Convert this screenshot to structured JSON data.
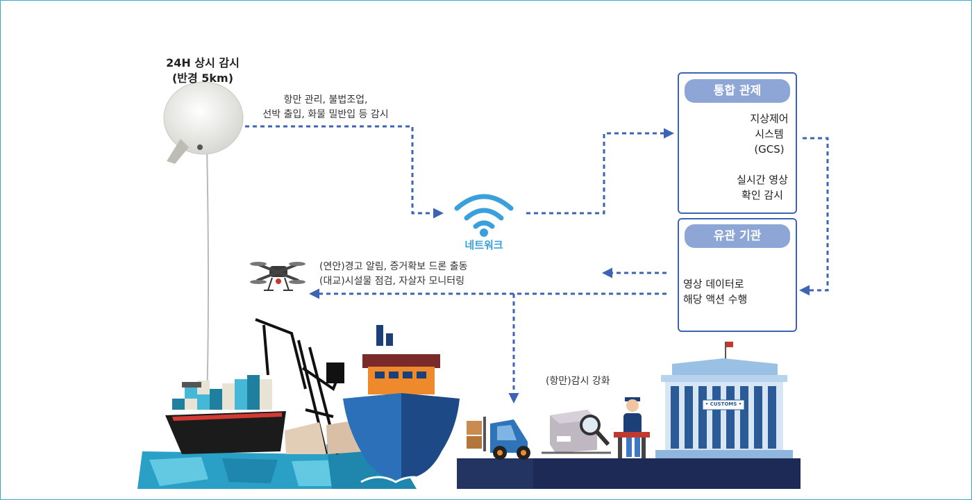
{
  "balloon": {
    "title": "24H 상시 감시",
    "subtitle": "(반경 5km)",
    "desc_line1": "항만 관리, 불법조업,",
    "desc_line2": "선박 출입, 화물 밀반입 등 감시"
  },
  "network": {
    "label": "네트워크"
  },
  "control": {
    "title": "통합 관제",
    "gcs_line1": "지상제어",
    "gcs_line2": "시스템",
    "gcs_line3": "(GCS)",
    "video_line1": "실시간 영상",
    "video_line2": "확인 감시"
  },
  "agency": {
    "title": "유관 기관",
    "line1": "영상 데이터로",
    "line2": "해당 액션 수행"
  },
  "drone": {
    "line1": "(연안)경고 알림, 증거확보 드론 출동",
    "line2": "(대교)시설물 점검, 자살자 모니터링"
  },
  "port": {
    "label": "(항만)감시 강화"
  },
  "customs": {
    "sign": "• CUSTOMS •"
  },
  "colors": {
    "arrow": "#3d63b5",
    "network": "#3aa0dc",
    "panel_border": "#3d63b5",
    "pill": "#8ea6d6",
    "ship_hull": "#1d4a86",
    "ship_deck": "#ee8a2c",
    "sea": "#2aa0c7",
    "dock": "#1d2a55"
  }
}
